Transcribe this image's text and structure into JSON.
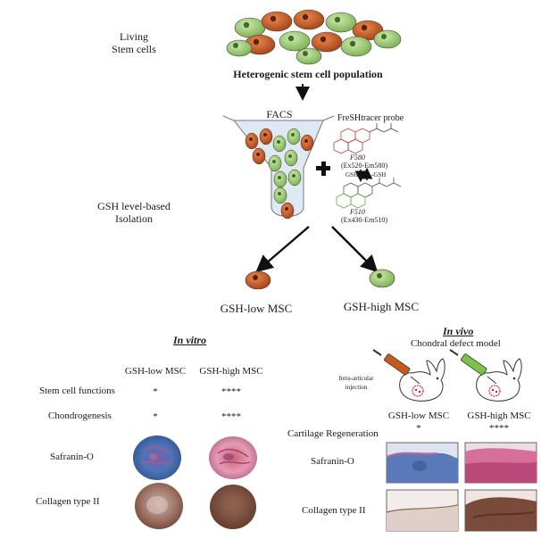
{
  "top": {
    "living_label_1": "Living",
    "living_label_2": "Stem cells",
    "population_label": "Heterogenic stem cell population"
  },
  "facs": {
    "label": "FACS",
    "probe_label": "FreSHtracer probe",
    "f580_name": "F580",
    "f580_ex": "(Ex520-Em580)",
    "gsh_label": "GSH",
    "gsh_dash": "-GSH",
    "f510_name": "F510",
    "f510_ex": "(Ex430-Em510)"
  },
  "isolation": {
    "label_1": "GSH level-based",
    "label_2": "Isolation",
    "low_label": "GSH-low MSC",
    "high_label": "GSH-high MSC"
  },
  "in_vitro": {
    "title": "In vitro",
    "col_low": "GSH-low MSC",
    "col_high": "GSH-high MSC",
    "rows": [
      {
        "label": "Stem cell functions",
        "low": "*",
        "high": "****"
      },
      {
        "label": "Chondrogenesis",
        "low": "*",
        "high": "****"
      }
    ],
    "safranin_label": "Safranin-O",
    "collagen_label": "Collagen type II"
  },
  "in_vivo": {
    "title": "In vivo",
    "subtitle": "Chondral defect model",
    "injection_1": "Intra-articular",
    "injection_2": "injection",
    "col_low": "GSH-low MSC",
    "col_high": "GSH-high MSC",
    "regen_label": "Cartilage Regeneration",
    "regen_low": "*",
    "regen_high": "****",
    "safranin_label": "Safranin-O",
    "collagen_label": "Collagen type II"
  },
  "colors": {
    "orange_cell": "#c65a1e",
    "green_cell": "#a6cf7a",
    "funnel_fill": "#dfe9f3",
    "safranin_blue": "#4a6fb0",
    "safranin_pink": "#d98aa8",
    "collagen_brown": "#7a4a3a"
  }
}
